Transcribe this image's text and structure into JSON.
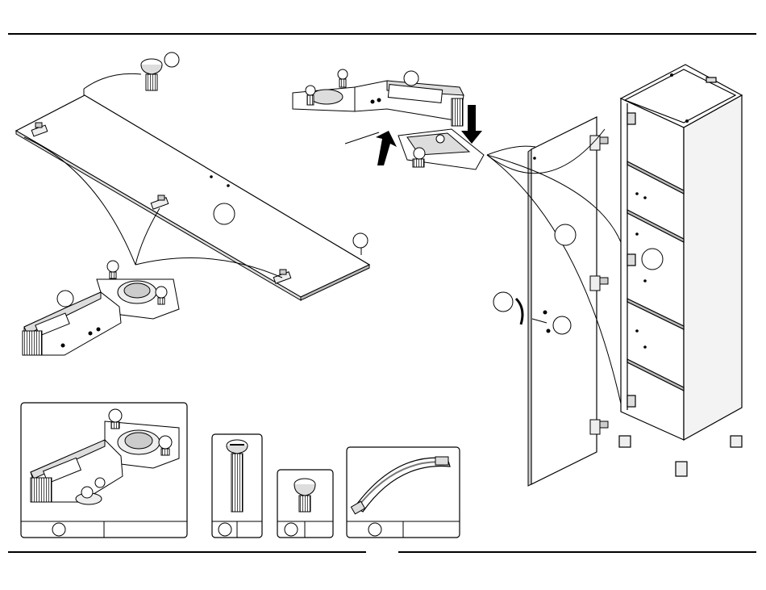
{
  "callouts": [
    {
      "id": "screw-top-callout",
      "text": ""
    },
    {
      "id": "door-panel-top-callout",
      "text": ""
    },
    {
      "id": "screw-edge-callout",
      "text": ""
    },
    {
      "id": "hinge-bottom-callout",
      "text": ""
    },
    {
      "id": "hinge-clip-callout",
      "text": ""
    },
    {
      "id": "door-panel-right-callout",
      "text": ""
    },
    {
      "id": "cabinet-callout",
      "text": ""
    },
    {
      "id": "handle-callout",
      "text": ""
    },
    {
      "id": "handle-screw-callout",
      "text": ""
    }
  ],
  "parts": [
    {
      "name": "hinge",
      "number": "",
      "qty": ""
    },
    {
      "name": "long-screw",
      "number": "",
      "qty": ""
    },
    {
      "name": "short-screw",
      "number": "",
      "qty": ""
    },
    {
      "name": "handle",
      "number": "",
      "qty": ""
    }
  ],
  "colors": {
    "line": "#000000",
    "fill": "#ffffff",
    "shade": "#cfcfcf",
    "dark": "#555555"
  }
}
